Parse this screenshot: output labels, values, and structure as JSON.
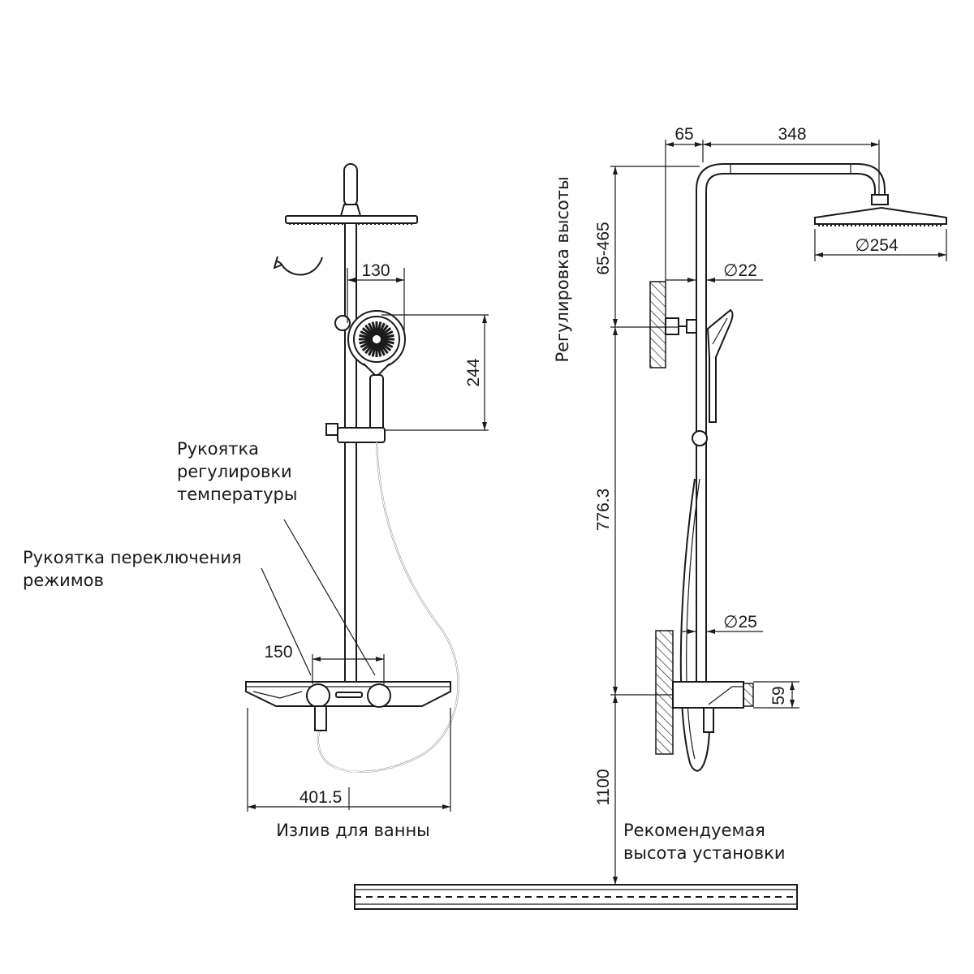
{
  "labels": {
    "temp_handle": [
      "Рукоятка",
      "регулировки",
      "температуры"
    ],
    "mode_handle": [
      "Рукоятка переключения",
      "режимов"
    ],
    "bath_spout": "Излив для ванны",
    "recommended_height": [
      "Рекомендуемая",
      "высота установки"
    ],
    "height_adjust": "Регулировка высоты"
  },
  "dimensions": {
    "hand_shower_width": "130",
    "hand_shower_height": "244",
    "handle_spacing": "150",
    "shelf_width": "401.5",
    "arm_offset": "65",
    "arm_length": "348",
    "head_diameter": "∅254",
    "pipe_top_diameter": "∅22",
    "pipe_bottom_diameter": "∅25",
    "height_adjust_range": "65-465",
    "pipe_length": "776.3",
    "mixer_height": "59",
    "install_height": "1100"
  }
}
